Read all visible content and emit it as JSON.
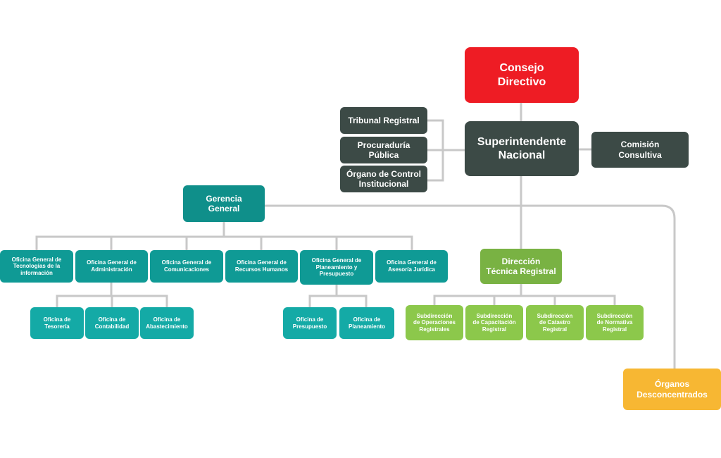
{
  "nodes": {
    "consejo": "Consejo\nDirectivo",
    "superintendente": "Superintendente\nNacional",
    "tribunal": "Tribunal Registral",
    "procuraduria": "Procuraduría\nPública",
    "organo_control": "Órgano de Control\nInstitucional",
    "comision": "Comisión\nConsultiva",
    "gerencia": "Gerencia\nGeneral",
    "of_tecnologias": "Oficina General de\nTecnologías de la\ninformación",
    "of_administracion": "Oficina General de\nAdministración",
    "of_comunicaciones": "Oficina General de\nComunicaciones",
    "of_rrhh": "Oficina General de\nRecursos Humanos",
    "of_planeamiento": "Oficina General de\nPlaneamiento y\nPresupuesto",
    "of_asesoria": "Oficina General de\nAsesoría Jurídica",
    "tesoreria": "Oficina de\nTesorería",
    "contabilidad": "Oficina de\nContabilidad",
    "abastecimiento": "Oficina de\nAbastecimiento",
    "presupuesto": "Oficina de\nPresupuesto",
    "planeamiento": "Oficina de\nPlaneamiento",
    "direccion": "Dirección\nTécnica Registral",
    "sub_operaciones": "Subdirección\nde Operaciones\nRegistrales",
    "sub_capacitacion": "Subdirección\nde Capacitación\nRegistral",
    "sub_catastro": "Subdirección\nde Catastro\nRegistral",
    "sub_normativa": "Subdirección\nde Normativa\nRegistral",
    "organos": "Órganos\nDesconcentrados"
  },
  "colors": {
    "consejo": "#ee1c24",
    "dark": "#3c4a46",
    "gerencia": "#0f8f8a",
    "oficinas_generales": "#0f9a95",
    "oficinas": "#14aaa6",
    "direccion": "#79b243",
    "subdirecciones": "#8cc84b",
    "organos": "#f7b733",
    "connector": "#c8c8c8"
  }
}
